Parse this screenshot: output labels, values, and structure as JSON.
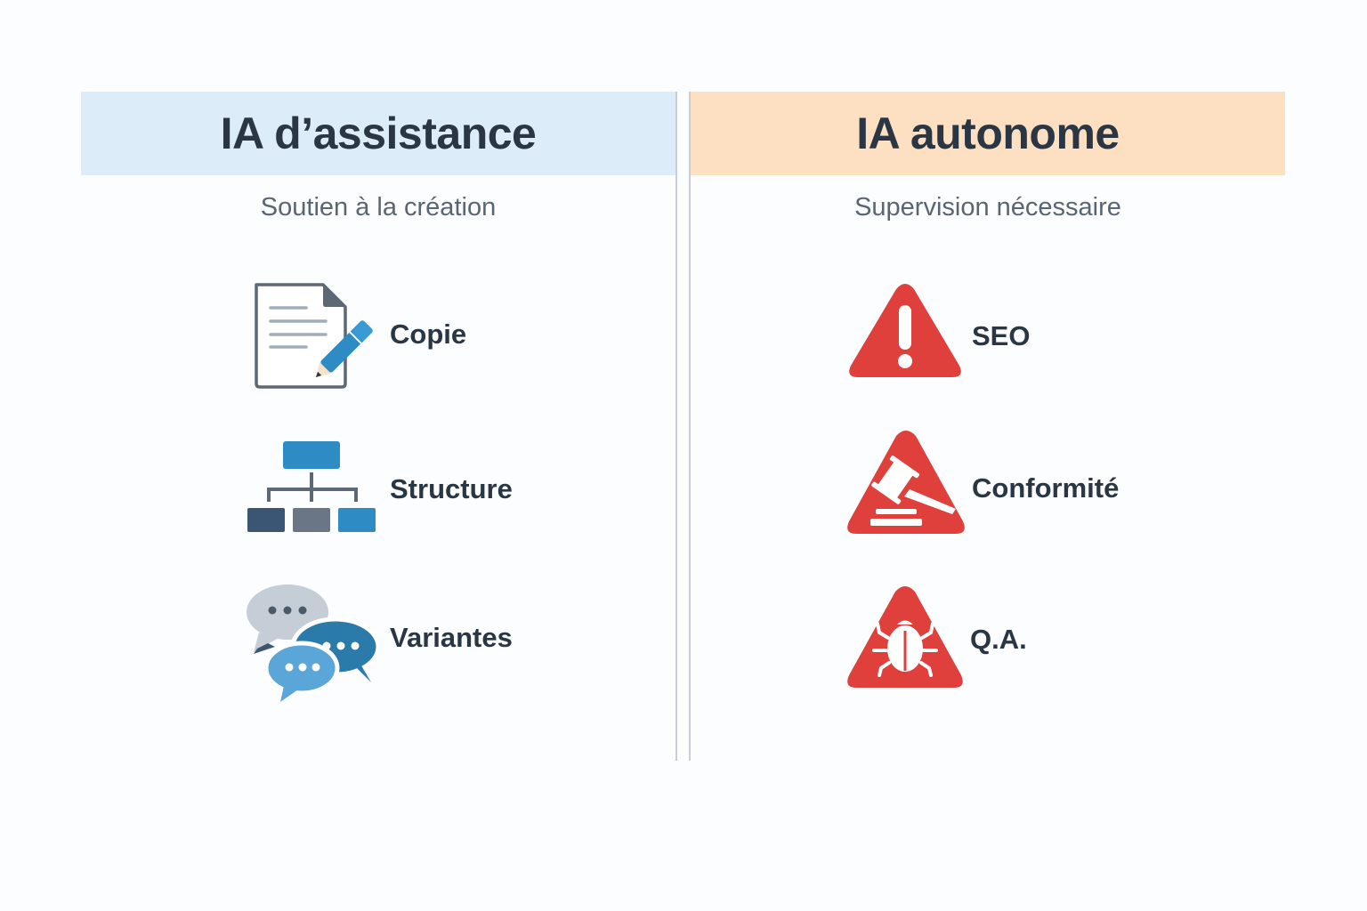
{
  "left_panel": {
    "title": "IA d’assistance",
    "subtitle": "Soutien à la création",
    "header_color": "#ddecf9",
    "items": [
      {
        "label": "Copie",
        "icon": "document-pencil-icon"
      },
      {
        "label": "Structure",
        "icon": "hierarchy-icon"
      },
      {
        "label": "Variantes",
        "icon": "chat-bubbles-icon"
      }
    ]
  },
  "right_panel": {
    "title": "IA autonome",
    "subtitle": "Supervision nécessaire",
    "header_color": "#fde0c2",
    "items": [
      {
        "label": "SEO",
        "icon": "warning-exclamation-icon"
      },
      {
        "label": "Conformité",
        "icon": "warning-gavel-icon"
      },
      {
        "label": "Q.A.",
        "icon": "warning-bug-icon"
      }
    ]
  },
  "colors": {
    "text_dark": "#2b3644",
    "text_muted": "#5a6573",
    "accent_blue": "#2f8bc4",
    "alert_red": "#e0403c",
    "divider": "#c9ced6"
  }
}
